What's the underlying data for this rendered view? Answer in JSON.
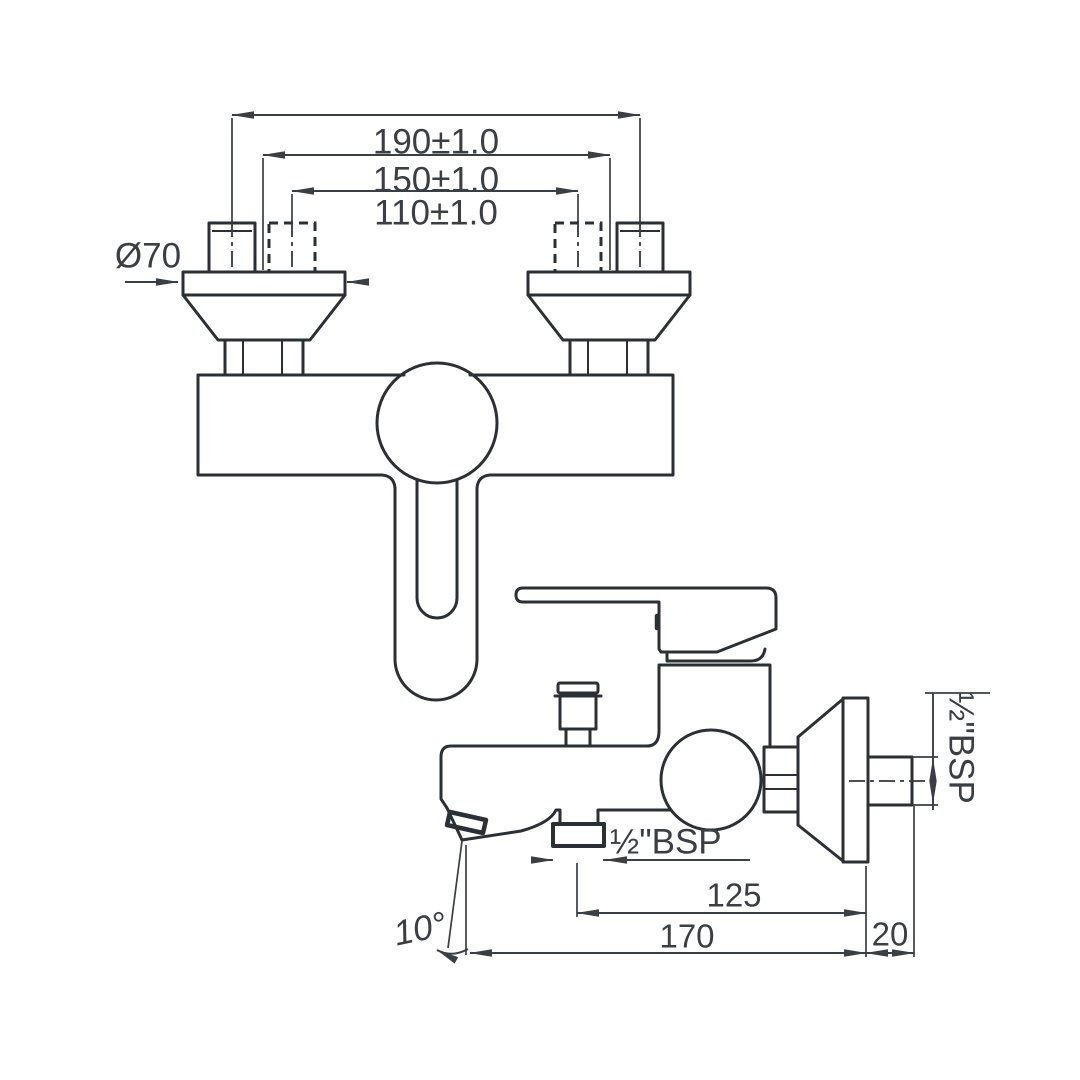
{
  "drawing": {
    "background_color": "#ffffff",
    "line_color": "#2b3036",
    "dimension_color": "#3a3f45",
    "front_view": {
      "dim_outer": "190±1.0",
      "dim_middle": "150±1.0",
      "dim_inner": "110±1.0",
      "dim_flange_diameter": "Ø70"
    },
    "side_view": {
      "dim_outlet_thread": "½\"BSP",
      "dim_wall_thread": "½\"BSP",
      "dim_outlet_to_wall": "125",
      "dim_reach": "170",
      "dim_wall_offset": "20",
      "dim_spout_angle": "10°"
    }
  }
}
